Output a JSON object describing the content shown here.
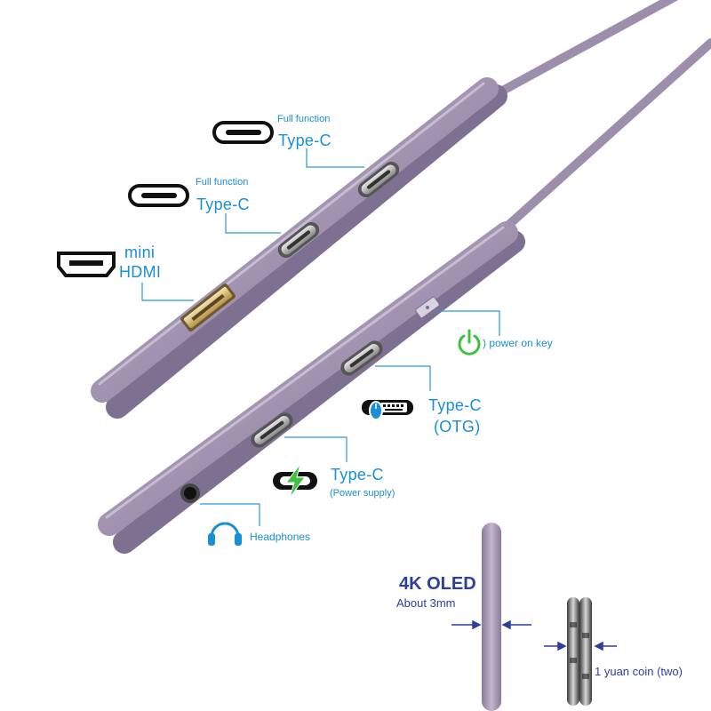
{
  "ports_top": {
    "typec_1": {
      "caption": "Full function",
      "name": "Type-C"
    },
    "typec_2": {
      "caption": "Full function",
      "name": "Type-C"
    },
    "hdmi": {
      "line1": "mini",
      "line2": "HDMI"
    }
  },
  "ports_bottom": {
    "power_key": {
      "label": ") power on key"
    },
    "typec_otg": {
      "line1": "Type-C",
      "line2": "(OTG)"
    },
    "typec_power": {
      "name": "Type-C",
      "caption": "(Power supply)"
    },
    "headphones": {
      "label": "Headphones"
    }
  },
  "thickness": {
    "title": "4K OLED",
    "subtitle": "About 3mm",
    "coin_label": "1 yuan coin (two)"
  },
  "icons": [
    "usb-c-port-icon",
    "mini-hdmi-port-icon",
    "power-icon",
    "keyboard-mouse-icon",
    "charging-icon",
    "headphones-icon"
  ],
  "colors": {
    "label_blue": "#1a8fd6",
    "oled_blue": "#2d3f9c",
    "leader_line": "#2b97d8",
    "power_green": "#3dc23d",
    "rod_purple": "#9a8ca8"
  }
}
